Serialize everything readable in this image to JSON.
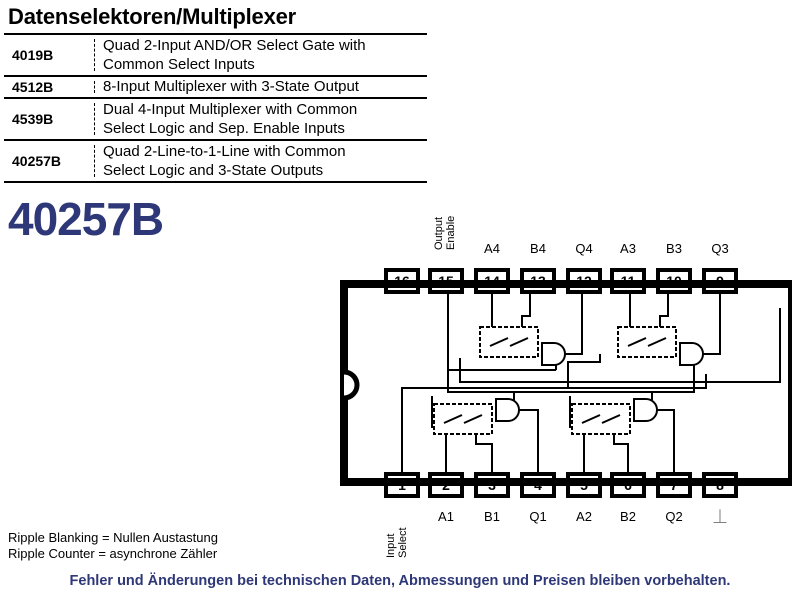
{
  "heading": "Datenselektoren/Multiplexer",
  "ic_table": [
    {
      "code": "4019B",
      "lines": [
        "Quad 2-Input AND/OR Select Gate with",
        "Common Select Inputs"
      ]
    },
    {
      "code": "4512B",
      "lines": [
        "8-Input Multiplexer with 3-State Output"
      ]
    },
    {
      "code": "4539B",
      "lines": [
        "Dual 4-Input Multiplexer with Common",
        "Select Logic and Sep. Enable Inputs"
      ]
    },
    {
      "code": "40257B",
      "lines": [
        "Quad 2-Line-to-1-Line with Common",
        "Select Logic and 3-State Outputs"
      ]
    }
  ],
  "part_number": "40257B",
  "chip": {
    "top_pins": [
      "16",
      "15",
      "14",
      "13",
      "12",
      "11",
      "10",
      "9"
    ],
    "top_labels": [
      "",
      "Output Enable",
      "A4",
      "B4",
      "Q4",
      "A3",
      "B3",
      "Q3"
    ],
    "bottom_pins": [
      "1",
      "2",
      "3",
      "4",
      "5",
      "6",
      "7",
      "8"
    ],
    "bottom_labels": [
      "Input Select",
      "A1",
      "B1",
      "Q1",
      "A2",
      "B2",
      "Q2",
      "⏊"
    ]
  },
  "notes": [
    "Ripple Blanking = Nullen Austastung",
    "Ripple Counter = asynchrone Zähler"
  ],
  "disclaimer": "Fehler und Änderungen bei technischen Daten, Abmessungen und Preisen bleiben vorbehalten."
}
